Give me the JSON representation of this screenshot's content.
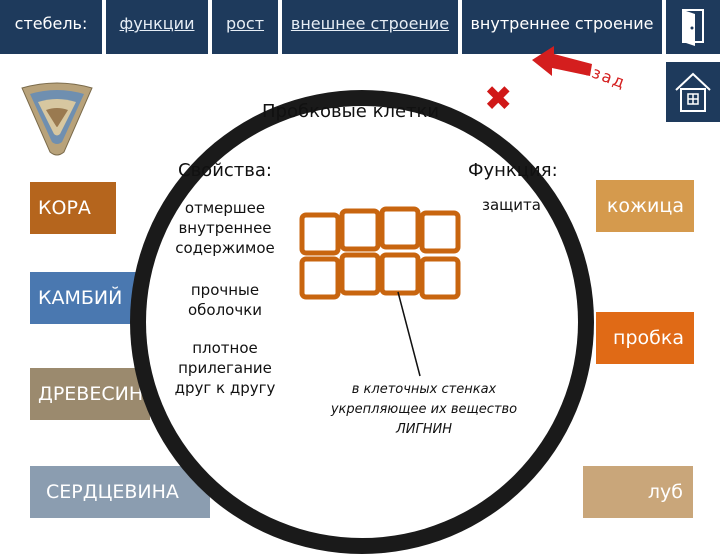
{
  "nav": {
    "stem_label": "стебель:",
    "tabs": [
      {
        "label": "функции"
      },
      {
        "label": "рост"
      },
      {
        "label": "внешнее строение"
      },
      {
        "label": "внутреннее строение"
      }
    ]
  },
  "back_label": "назад",
  "left_buttons": [
    {
      "label": "КОРА",
      "color": "#b5651d"
    },
    {
      "label": "КАМБИЙ",
      "color": "#4a78b0"
    },
    {
      "label": "ДРЕВЕСИНА",
      "color": "#9b8a6e"
    },
    {
      "label": "СЕРДЦЕВИНА",
      "color": "#8b9db0"
    }
  ],
  "right_buttons": [
    {
      "label": "кожица",
      "color": "#d59a4d"
    },
    {
      "label": "пробка",
      "color": "#e06a16"
    },
    {
      "label": "луб",
      "color": "#c9a67a"
    }
  ],
  "panel": {
    "title": "Пробковые клетки",
    "properties_header": "Свойства:",
    "function_header": "Функция:",
    "properties": [
      "отмершее внутреннее содержимое",
      "прочные оболочки",
      "плотное прилегание друг к другу"
    ],
    "function": "защита",
    "caption": "в клеточных стенках укрепляющее их вещество ЛИГНИН"
  },
  "icons": {
    "exit": "exit-door-icon",
    "home": "home-icon",
    "close": "close-cross-icon",
    "stem": "stem-cross-section-icon"
  },
  "colors": {
    "nav": "#1e3a5c",
    "arrow": "#d41e1e",
    "cell_wall": "#c8650f"
  }
}
